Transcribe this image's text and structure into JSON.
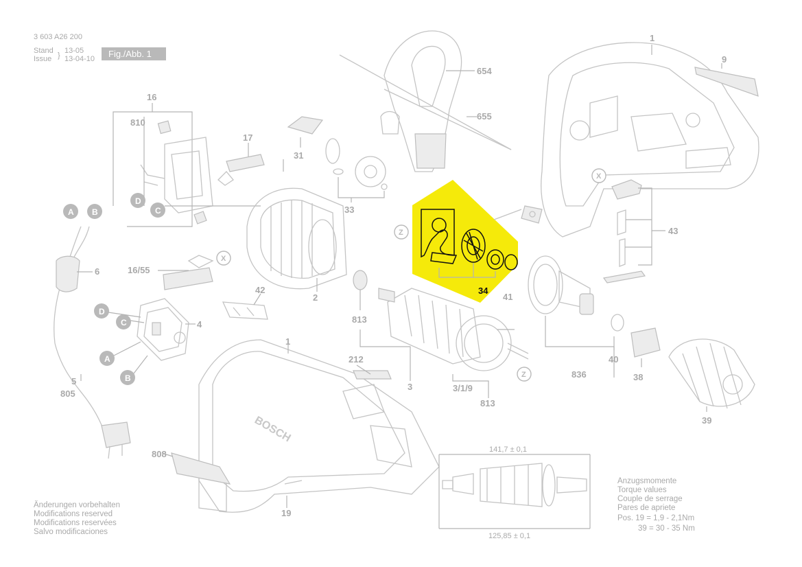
{
  "header": {
    "doc_number": "3 603 A26 200",
    "stand_label": "Stand",
    "issue_label": "Issue",
    "stand_date": "13-05",
    "issue_date": "13-04-10",
    "fig_label": "Fig./Abb. 1"
  },
  "highlight": {
    "color": "#f5ea0a",
    "part": "34"
  },
  "labels": {
    "p1_top": "1",
    "p9": "9",
    "p654": "654",
    "p655": "655",
    "p16": "16",
    "p810": "810",
    "p17": "17",
    "p31": "31",
    "p33": "33",
    "p34": "34",
    "p41": "41",
    "p43": "43",
    "p6": "6",
    "p16_55": "16/55",
    "p2": "2",
    "p42": "42",
    "p4": "4",
    "p813_a": "813",
    "p3": "3",
    "p3_1_9": "3/1/9",
    "p813_b": "813",
    "p836": "836",
    "p40": "40",
    "p38": "38",
    "p39": "39",
    "p1_bottom": "1",
    "p212": "212",
    "p5": "5",
    "p805": "805",
    "p808": "808",
    "p19": "19"
  },
  "callouts": {
    "A1": "A",
    "B1": "B",
    "D1": "D",
    "C1": "C",
    "D2": "D",
    "C2": "C",
    "A2": "A",
    "B2": "B",
    "X1": "X",
    "X2": "X",
    "Z1": "Z",
    "Z2": "Z"
  },
  "brand_on_housing": "BOSCH",
  "dimensions": {
    "top": "141,7 ± 0,1",
    "bottom": "125,85 ± 0,1"
  },
  "notes": [
    "Änderungen vorbehalten",
    "Modifications reserved",
    "Modifications reservées",
    "Salvo modificaciones"
  ],
  "torque": {
    "lines": [
      "Anzugsmomente",
      "Torque values",
      "Couple de serrage",
      "Pares de apriete",
      "Pos. 19  =  1,9  -  2,1Nm",
      "39  =  30  -  35 Nm"
    ]
  }
}
